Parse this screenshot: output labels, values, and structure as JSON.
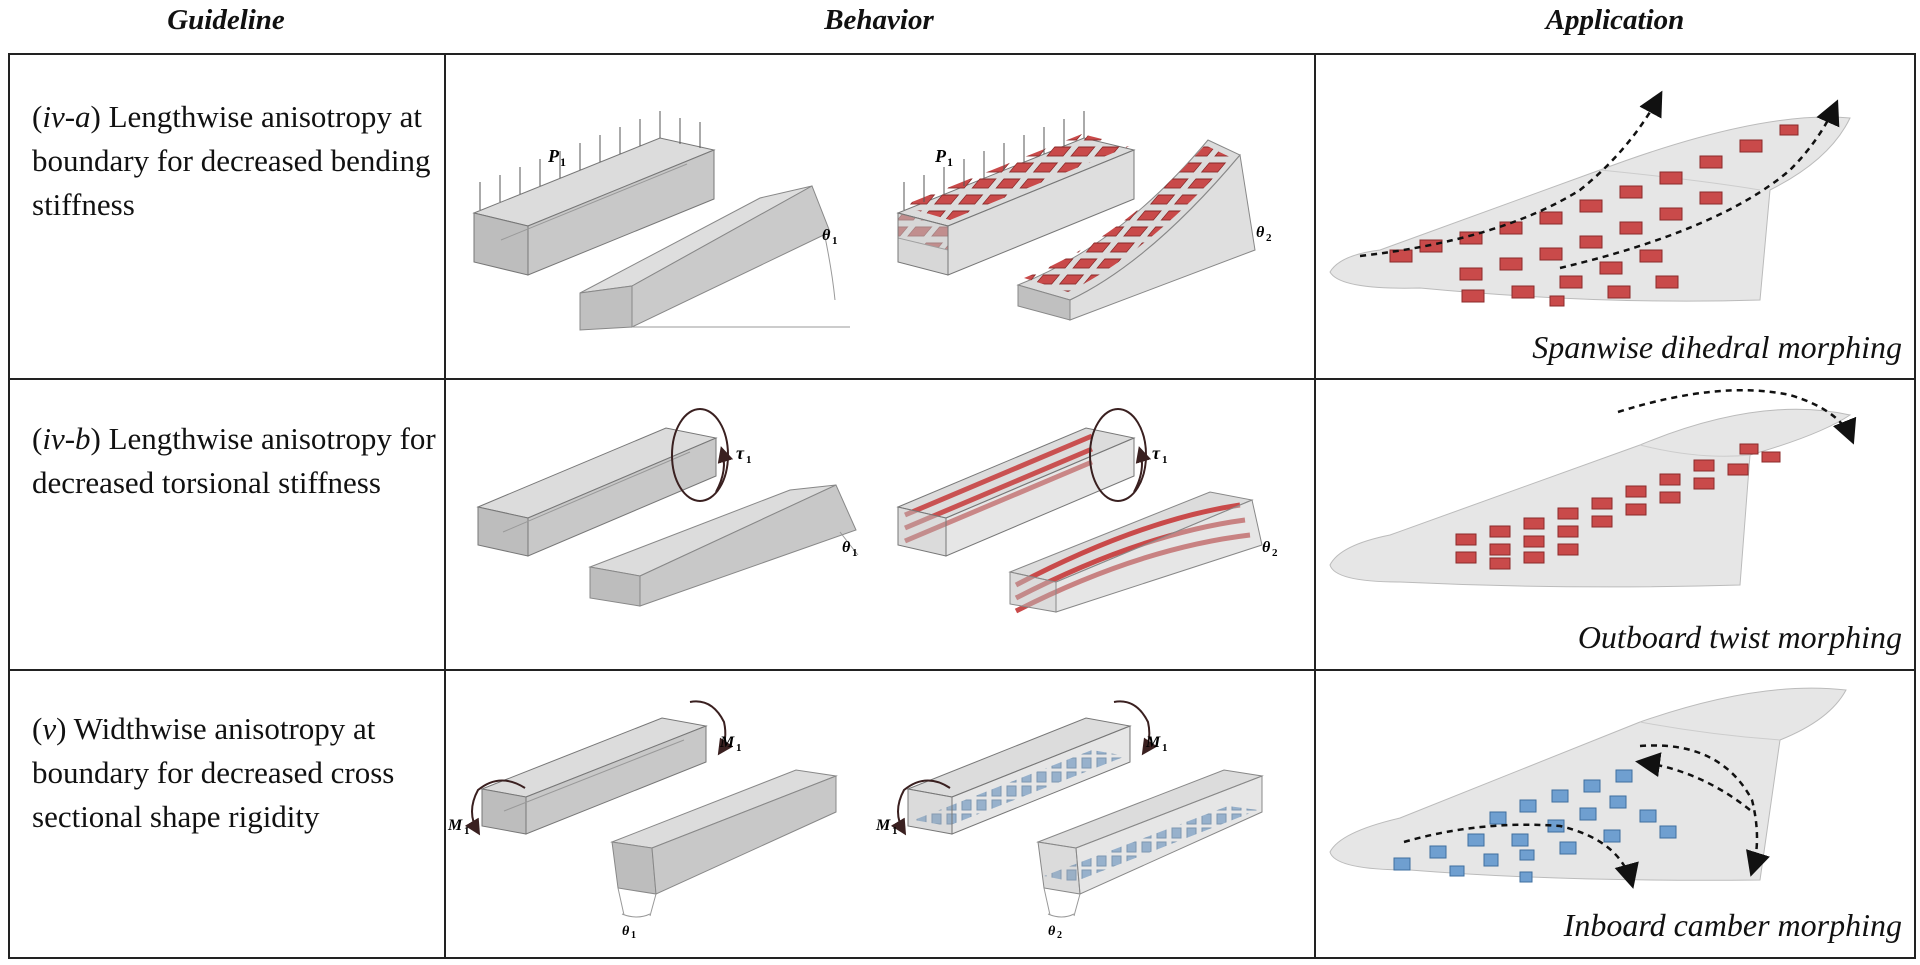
{
  "headers": {
    "guideline": "Guideline",
    "behavior": "Behavior",
    "application": "Application"
  },
  "rows": [
    {
      "guide_prefix": "(",
      "guide_italic": "iv-a",
      "guide_text": ") Lengthwise anisotropy at boundary for decreased bending stiffness",
      "load_label": "P",
      "load_sub": "1",
      "angle1_label": "θ",
      "angle1_sub": "1",
      "angle2_label": "θ",
      "angle2_sub": "2",
      "caption": "Spanwise dihedral morphing"
    },
    {
      "guide_prefix": "(",
      "guide_italic": "iv-b",
      "guide_text": ") Lengthwise anisotropy for decreased torsional stiffness",
      "load_label": "τ",
      "load_sub": "1",
      "angle1_label": "θ",
      "angle1_sub": "1",
      "angle2_label": "θ",
      "angle2_sub": "2",
      "caption": "Outboard twist morphing"
    },
    {
      "guide_prefix": "(",
      "guide_italic": "v",
      "guide_text": ") Widthwise anisotropy at boundary for decreased cross sectional shape rigidity",
      "load_label": "M",
      "load_sub": "1",
      "angle1_label": "θ",
      "angle1_sub": "1",
      "angle2_label": "θ",
      "angle2_sub": "2",
      "caption": "Inboard camber morphing"
    }
  ],
  "colors": {
    "inclusion_red": "#c94a4a",
    "inclusion_blue": "#6f9fd0",
    "beam_gray": "#cfcfcf",
    "border": "#222222"
  }
}
